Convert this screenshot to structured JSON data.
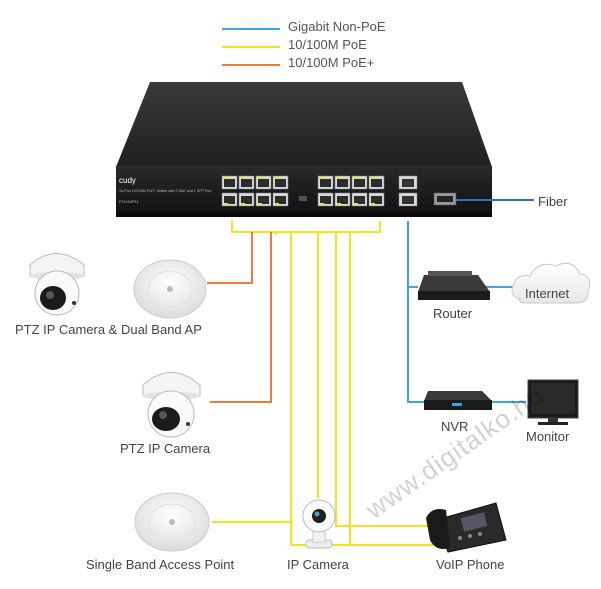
{
  "colors": {
    "gigabit_non_poe": "#3aa7dc",
    "poe": "#f4e21b",
    "poe_plus": "#ec7b3f",
    "fiber": "#2a6fc4"
  },
  "legend": [
    {
      "label": "Gigabit Non-PoE",
      "color_key": "gigabit_non_poe"
    },
    {
      "label": "10/100M PoE",
      "color_key": "poe"
    },
    {
      "label": "10/100M PoE+",
      "color_key": "poe_plus"
    }
  ],
  "switch": {
    "brand": "cudy",
    "description": "16-Port 10/100M PoE+ Switch with 2 GbE and 1 SFP Port",
    "model": "FS1018PS1"
  },
  "devices": {
    "ptz_ap": "PTZ IP Camera & Dual Band AP",
    "ptz": "PTZ IP Camera",
    "single_ap": "Single Band Access Point",
    "ip_camera": "IP Camera",
    "voip": "VoIP Phone",
    "router": "Router",
    "internet": "Internet",
    "nvr": "NVR",
    "monitor": "Monitor",
    "fiber": "Fiber"
  },
  "watermark": "www.digitalko.hu"
}
